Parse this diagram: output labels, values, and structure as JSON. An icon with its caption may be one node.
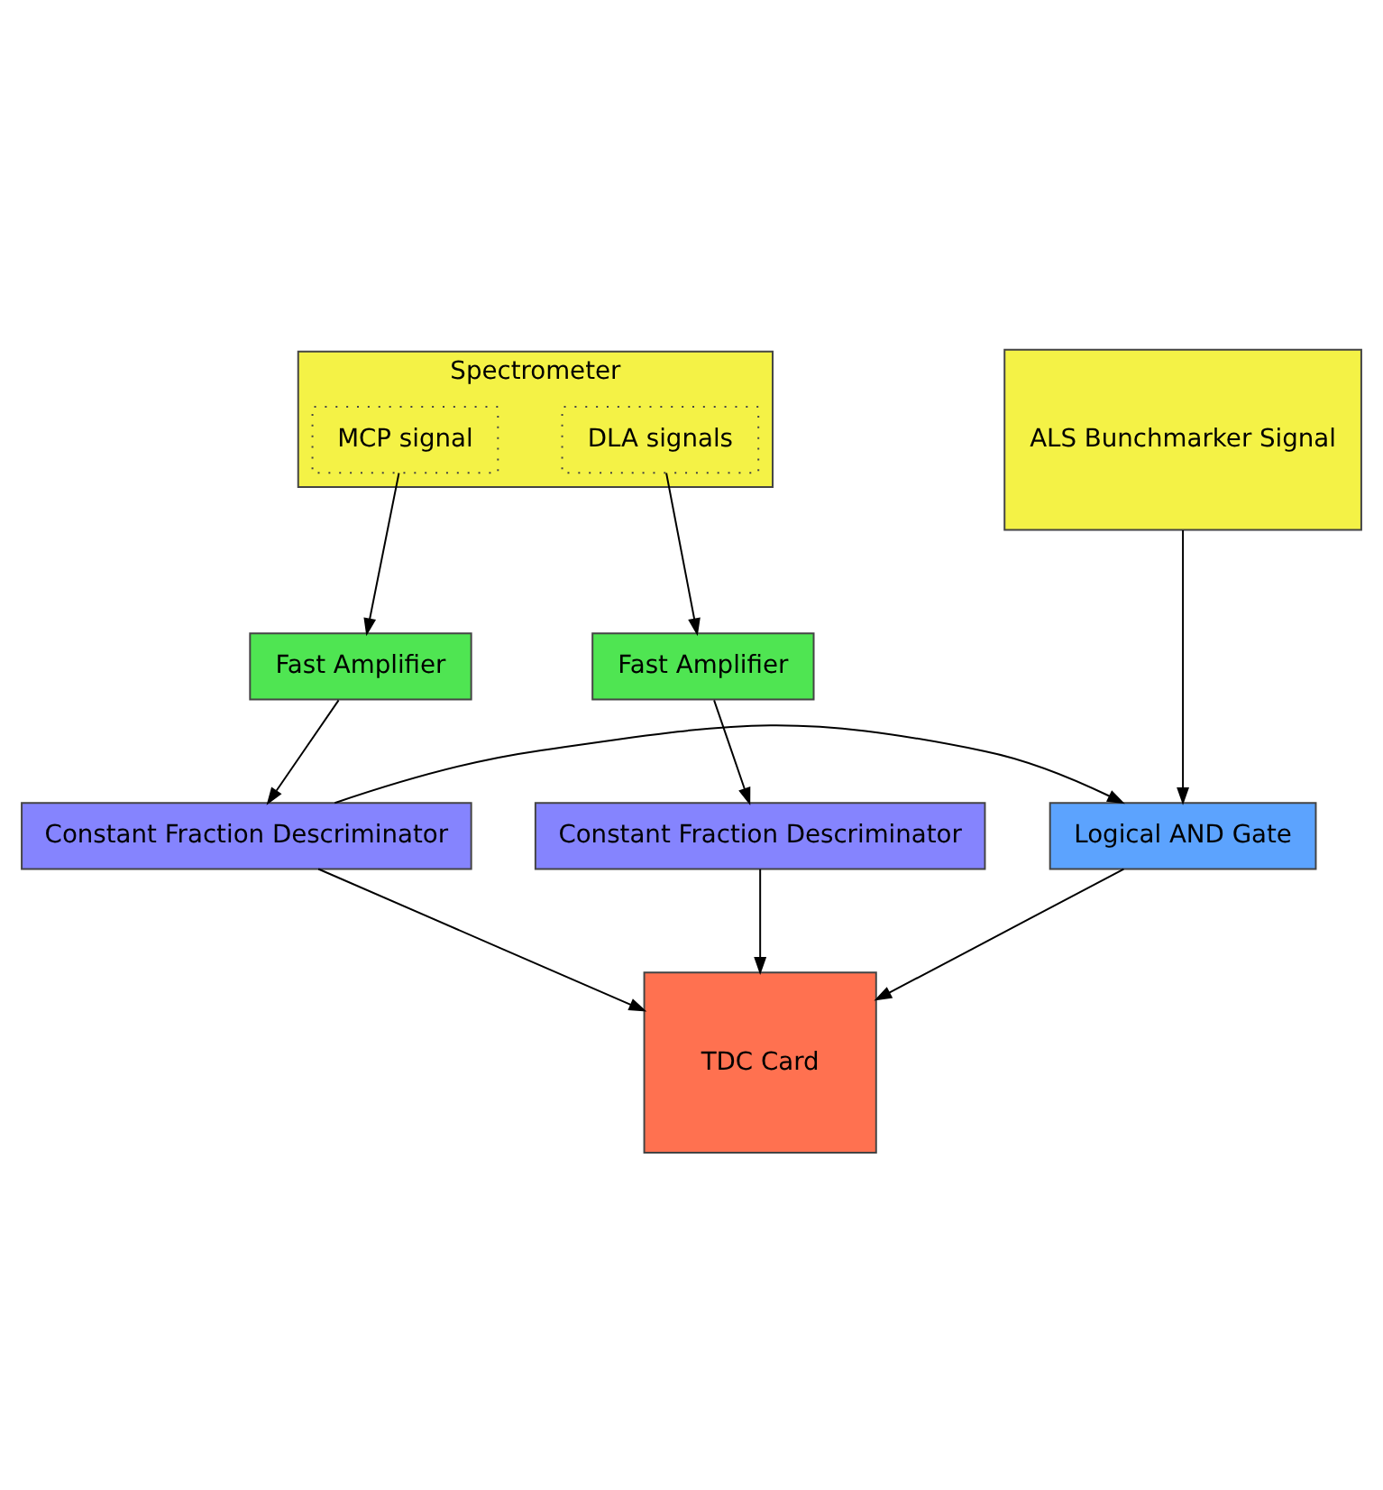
{
  "diagram": {
    "nodes": [
      {
        "text": [
          "ALS Bunchmarker Signal"
        ]
      },
      {
        "text": [
          "Spectrometer"
        ]
      },
      {
        "text": [
          "MCP signal"
        ],
        "in": 1
      },
      {
        "text": [
          "DLA signals"
        ],
        "in": 1
      },
      {
        "text": [
          "Fast Amplifier"
        ]
      },
      {
        "text": [
          "Fast Amplifier"
        ]
      },
      {
        "text": [
          "Logical AND Gate"
        ]
      },
      {
        "text": [
          "Constant Fraction Descriminator"
        ]
      },
      {
        "text": [
          "Constant Fraction Descriminator"
        ]
      },
      {
        "text": [
          "TDC Card"
        ]
      }
    ],
    "edges": [
      {
        "from": 0,
        "to": 6,
        "arrow": "to"
      },
      {
        "from": 2,
        "to": 4,
        "arrow": "to"
      },
      {
        "from": 3,
        "to": 5,
        "arrow": "to"
      },
      {
        "from": 4,
        "to": 7,
        "arrow": "to"
      },
      {
        "from": 5,
        "to": 8,
        "arrow": "to"
      },
      {
        "from": 7,
        "to": 6,
        "arrow": "to"
      },
      {
        "from": 6,
        "to": 9,
        "arrow": "to"
      },
      {
        "from": 7,
        "to": 9,
        "arrow": "to"
      },
      {
        "from": 8,
        "to": 9,
        "arrow": "to"
      }
    ]
  }
}
